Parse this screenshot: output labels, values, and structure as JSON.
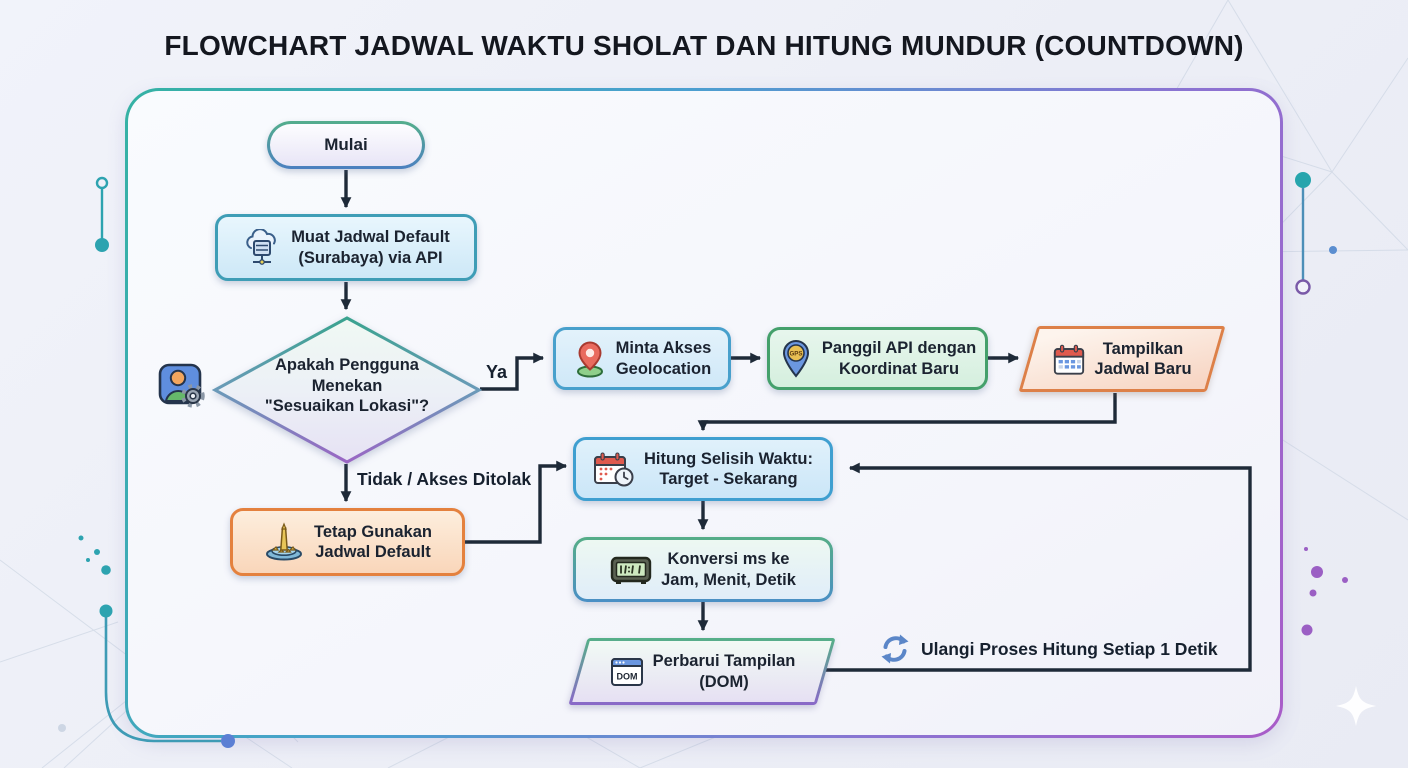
{
  "title": "FLOWCHART JADWAL WAKTU SHOLAT DAN HITUNG MUNDUR (COUNTDOWN)",
  "flowchart": {
    "nodes": {
      "start": {
        "label": "Mulai"
      },
      "load_default": {
        "line1": "Muat Jadwal Default",
        "line2": "(Surabaya) via API"
      },
      "decision": {
        "line1": "Apakah Pengguna",
        "line2": "Menekan",
        "line3": "\"Sesuaikan Lokasi\"?"
      },
      "request_geolocation": {
        "line1": "Minta Akses",
        "line2": "Geolocation"
      },
      "call_api": {
        "line1": "Panggil API dengan",
        "line2": "Koordinat Baru",
        "icon_label": "GPS"
      },
      "show_new_schedule": {
        "line1": "Tampilkan",
        "line2": "Jadwal Baru"
      },
      "keep_default": {
        "line1": "Tetap Gunakan",
        "line2": "Jadwal Default"
      },
      "compute_diff": {
        "line1": "Hitung Selisih Waktu:",
        "line2": "Target - Sekarang"
      },
      "convert_ms": {
        "line1": "Konversi ms ke",
        "line2": "Jam, Menit, Detik"
      },
      "update_dom": {
        "line1": "Perbarui Tampilan",
        "line2": "(DOM)",
        "icon_label": "DOM"
      }
    },
    "edge_labels": {
      "yes": "Ya",
      "no": "Tidak / Akses Ditolak",
      "loop": "Ulangi Proses Hitung Setiap 1 Detik"
    },
    "colors": {
      "line": "#1e2a38",
      "teal": "#2fa9a4",
      "blue": "#3f9ecf",
      "green": "#46a878",
      "orange": "#e2823f",
      "purple": "#9c60c5"
    }
  }
}
